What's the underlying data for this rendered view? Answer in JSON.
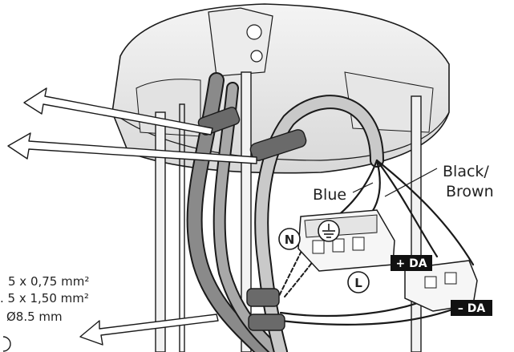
{
  "labels": {
    "black_brown_line1": "Black/",
    "black_brown_line2": "Brown",
    "blue": "Blue",
    "neutral": "N",
    "live": "L",
    "plus_da": "+ DA",
    "minus_da": "– DA",
    "cable_spec_1": "5 x 0,75 mm²",
    "cable_spec_2": ". 5 x 1,50 mm²",
    "cable_diameter": "Ø8.5 mm"
  },
  "icons": {
    "ground": "ground-symbol-icon"
  },
  "colors": {
    "line": "#1a1a1a",
    "wire_gray": "#8a8a8a",
    "wire_light": "#c9c9c9",
    "badge_bg": "#111111"
  }
}
